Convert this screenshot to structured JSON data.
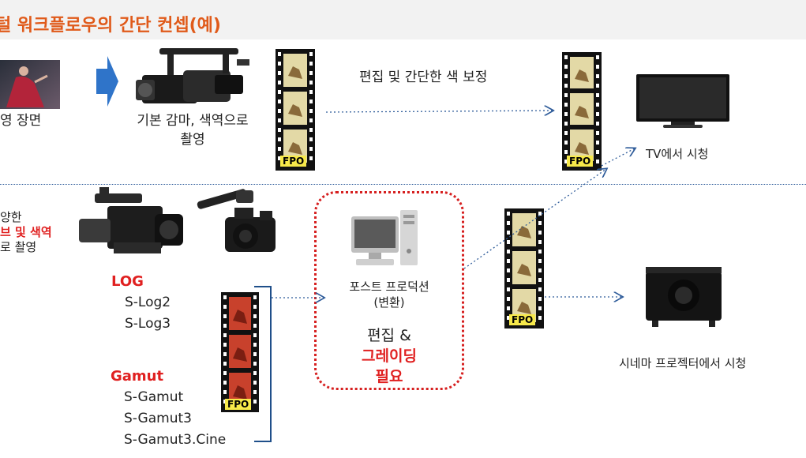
{
  "title": "털 워크플로우의 간단 컨셉(예)",
  "top_row": {
    "scene_label": "영 장면",
    "camera_label_line1": "기본 감마, 색역으로",
    "camera_label_line2": "촬영",
    "edit_label": "편집 및 간단한 색 보정",
    "tv_label": "TV에서 시청",
    "fpo_left": "FPO",
    "fpo_right": "FPO"
  },
  "bottom_row": {
    "shoot_line1": "양한",
    "shoot_line2": "브 및 색역",
    "shoot_line3": "로 촬영",
    "log_heading": "LOG",
    "log_items": [
      "S-Log2",
      "S-Log3"
    ],
    "gamut_heading": "Gamut",
    "gamut_items": [
      "S-Gamut",
      "S-Gamut3",
      "S-Gamut3.Cine"
    ],
    "fpo_red": "FPO",
    "post_line1": "포스트 프로덕션",
    "post_line2": "(변환)",
    "edit_amp": "편집 &",
    "grading_line1": "그레이딩",
    "grading_line2": "필요",
    "fpo_mid": "FPO",
    "cinema_label": "시네마 프로젝터에서 시청"
  },
  "colors": {
    "title": "#e05a1a",
    "accent_red": "#e02020",
    "arrow_blue": "#2f74c9",
    "line_blue": "#2f5c9a",
    "film_frame": "#f2d24a"
  }
}
